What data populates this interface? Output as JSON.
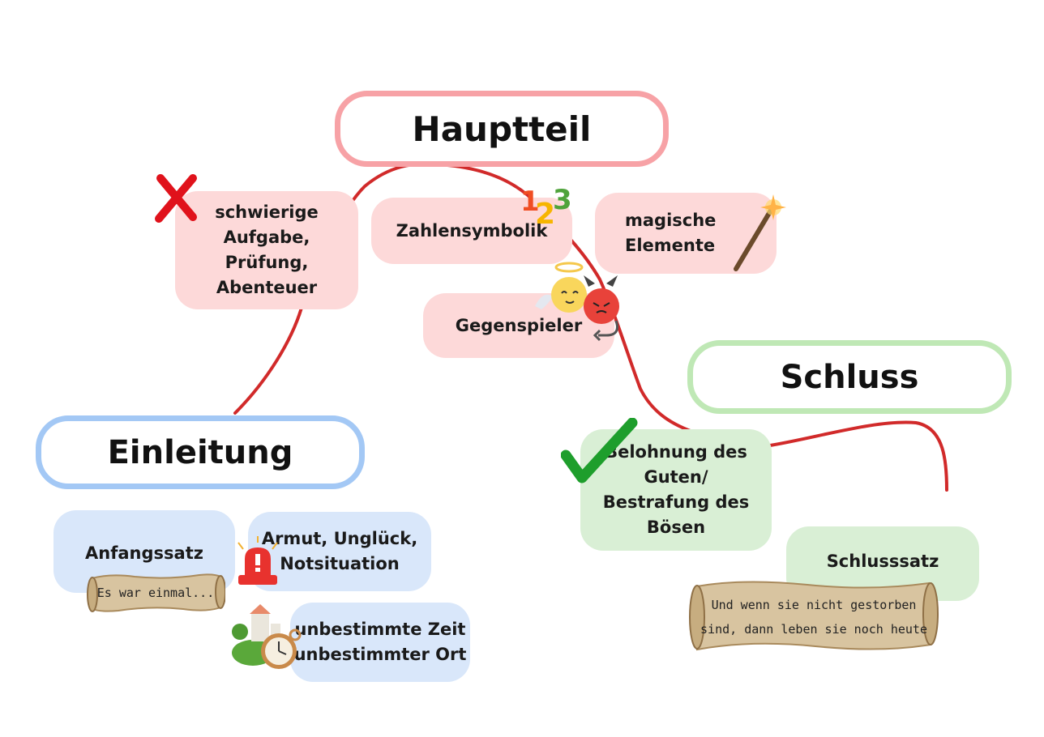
{
  "sections": {
    "hauptteil": "Hauptteil",
    "schluss": "Schluss",
    "einleitung": "Einleitung"
  },
  "nodes": {
    "aufgabe": "schwierige Aufgabe, Prüfung, Abenteuer",
    "zahlensymbolik": "Zahlensymbolik",
    "magische": "magische Elemente",
    "gegenspieler": "Gegenspieler",
    "belohnung": "Belohnung des Guten/ Bestrafung des Bösen",
    "schlusssatz": "Schlusssatz",
    "anfangssatz": "Anfangssatz",
    "armut": "Armut, Unglück, Notsituation",
    "zeit_ort": "unbestimmte Zeit unbestimmter Ort"
  },
  "scrolls": {
    "anfang": "Es war einmal...",
    "schluss": "Und wenn sie nicht gestorben sind, dann leben sie noch heute"
  },
  "icons": {
    "cross": "cross-icon",
    "numbers": "numbers-icon",
    "wand": "magic-wand-icon",
    "angel_devil": "angel-devil-icon",
    "check": "checkmark-icon",
    "siren": "siren-icon",
    "castle_clock": "castle-clock-icon"
  },
  "colors": {
    "hauptteil_border": "#f7a2a6",
    "schluss_border": "#bfe8b5",
    "einleitung_border": "#a3c8f5",
    "connector": "#d12a2a",
    "pink_node": "#fdd9d9",
    "green_node": "#d9efd5",
    "blue_node": "#d9e7fa"
  }
}
